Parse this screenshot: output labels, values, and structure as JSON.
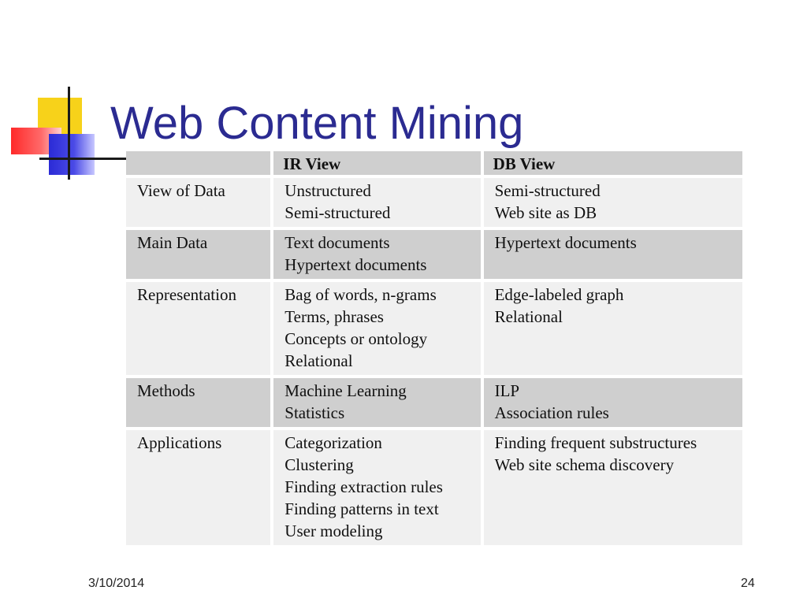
{
  "slide": {
    "title": "Web Content Mining",
    "date": "3/10/2014",
    "page_number": "24"
  },
  "table": {
    "header": [
      "",
      "IR View",
      "DB View"
    ],
    "rows": [
      {
        "label": "View of Data",
        "ir": [
          "Unstructured",
          "Semi-structured"
        ],
        "db": [
          "Semi-structured",
          "Web site as DB"
        ]
      },
      {
        "label": "Main Data",
        "ir": [
          "Text documents",
          "Hypertext documents"
        ],
        "db": [
          "Hypertext documents"
        ]
      },
      {
        "label": "Representation",
        "ir": [
          "Bag of words, n-grams",
          "Terms, phrases",
          "Concepts or ontology",
          "Relational"
        ],
        "db": [
          "Edge-labeled graph",
          "Relational"
        ]
      },
      {
        "label": "Methods",
        "ir": [
          "Machine Learning",
          "Statistics"
        ],
        "db": [
          "ILP",
          "Association rules"
        ]
      },
      {
        "label": "Applications",
        "ir": [
          "Categorization",
          "Clustering",
          "Finding extraction rules",
          "Finding patterns in text",
          "User modeling"
        ],
        "db": [
          "Finding frequent substructures",
          "Web site schema discovery"
        ]
      }
    ]
  },
  "colors": {
    "title": "#2b2b91",
    "row_light": "#f0f0f0",
    "row_dark": "#cfcfcf"
  }
}
